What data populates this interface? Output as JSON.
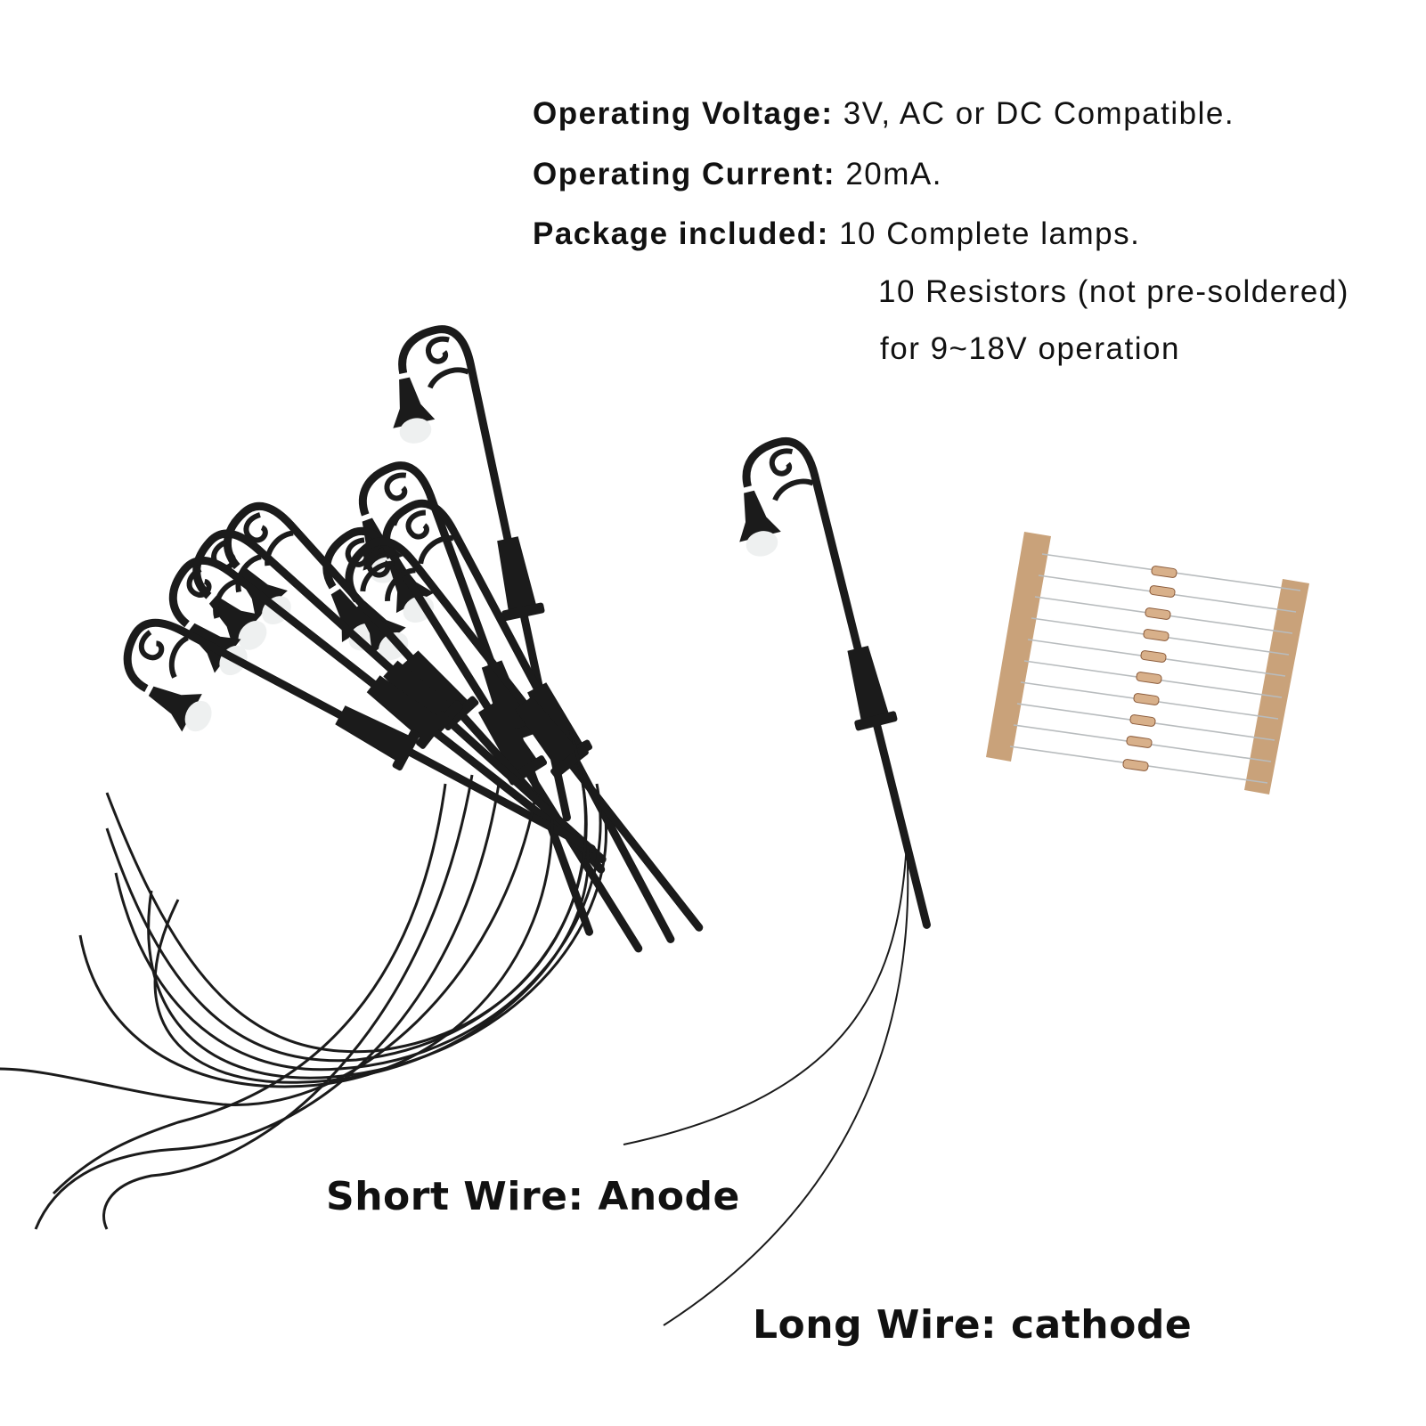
{
  "specs": {
    "voltage": {
      "label": "Operating Voltage:",
      "value": "3V, AC or DC Compatible."
    },
    "current": {
      "label": "Operating Current:",
      "value": "20mA."
    },
    "package": {
      "label": "Package included:",
      "line1": "10 Complete lamps.",
      "line2": "10 Resistors (not pre-soldered)",
      "line3": "for 9~18V operation"
    }
  },
  "wire_labels": {
    "short": "Short Wire: Anode",
    "long": "Long Wire: cathode"
  },
  "colors": {
    "lamp_body": "#1b1b1b",
    "bulb": "#eef0f0",
    "tape": "#c9a27a",
    "resistor": "#d8b08a",
    "lead": "#b8bcbe"
  },
  "counts": {
    "lamps_in_bunch": 9,
    "single_lamps": 1,
    "resistors": 10
  }
}
